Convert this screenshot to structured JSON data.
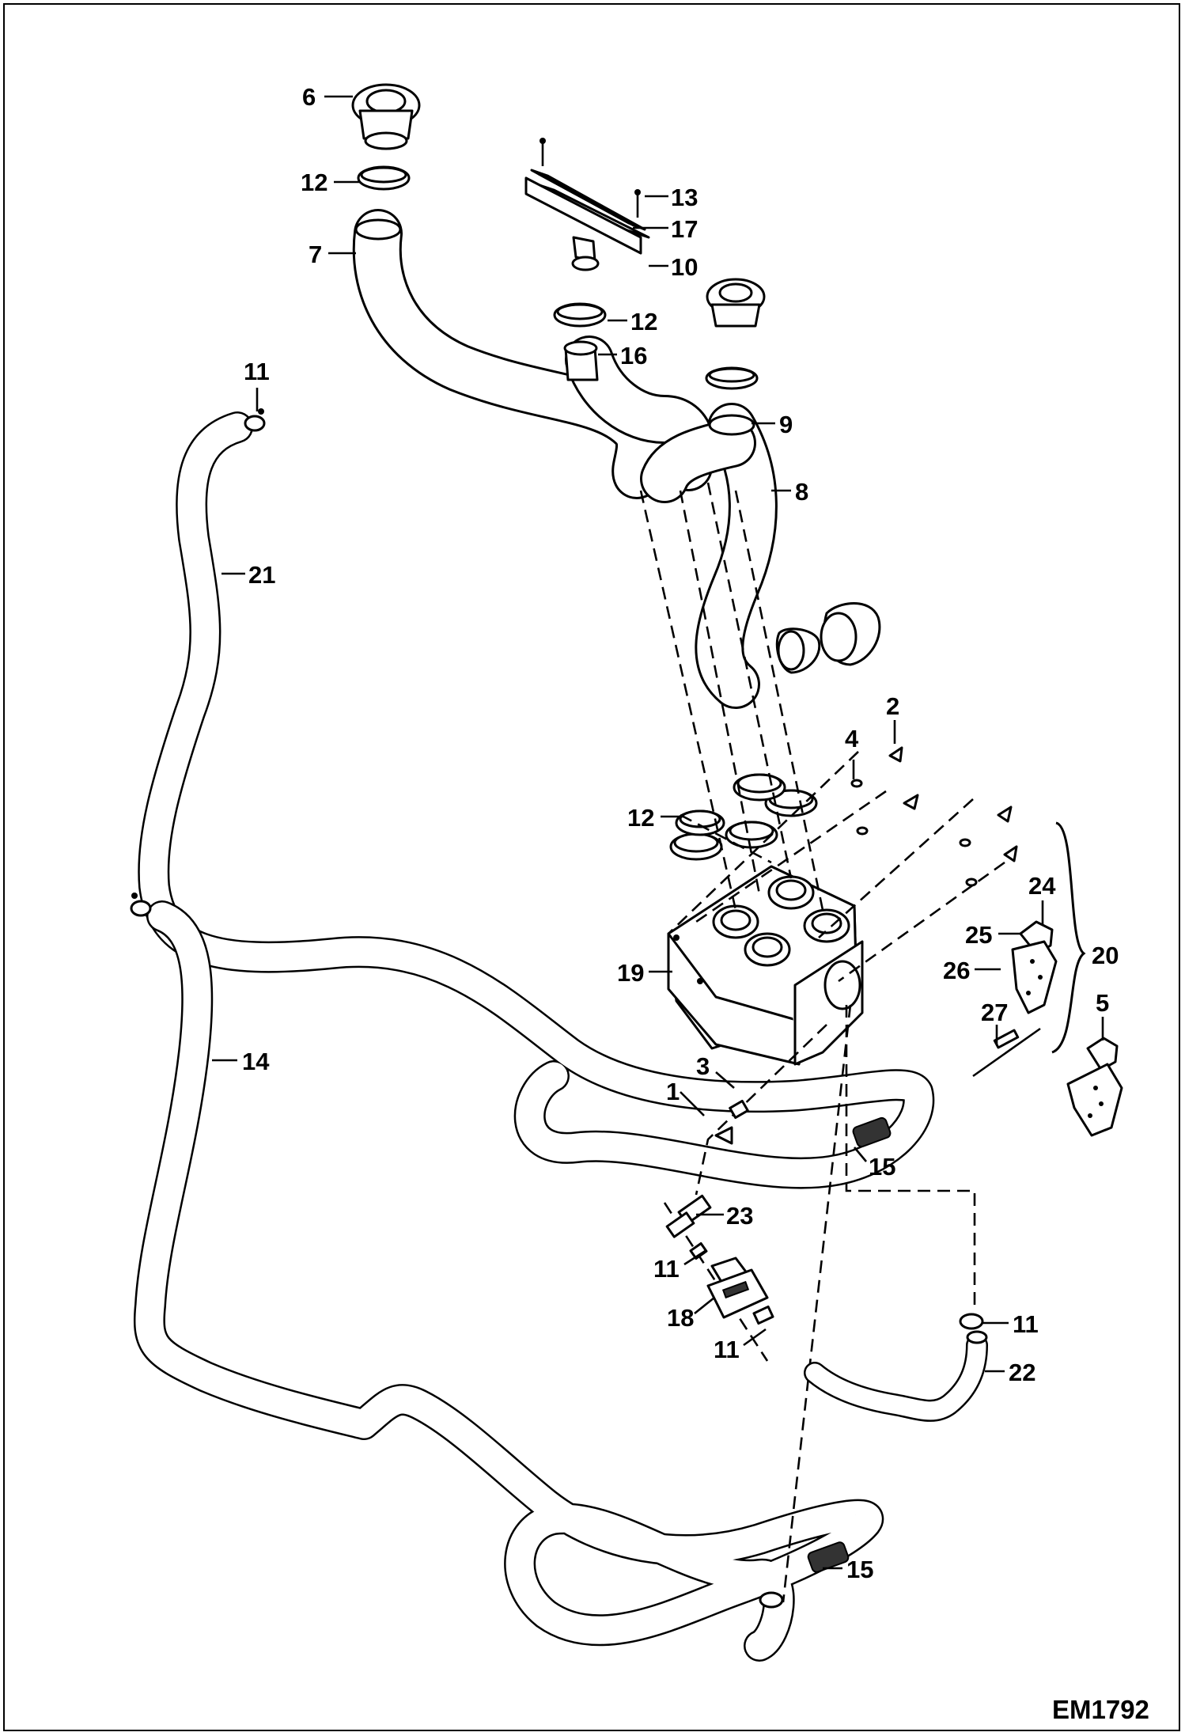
{
  "figure_code": "EM1792",
  "callouts": [
    {
      "id": "c6",
      "text": "6"
    },
    {
      "id": "c12a",
      "text": "12"
    },
    {
      "id": "c7",
      "text": "7"
    },
    {
      "id": "c13",
      "text": "13"
    },
    {
      "id": "c17",
      "text": "17"
    },
    {
      "id": "c10",
      "text": "10"
    },
    {
      "id": "c12b",
      "text": "12"
    },
    {
      "id": "c16",
      "text": "16"
    },
    {
      "id": "c11a",
      "text": "11"
    },
    {
      "id": "c9",
      "text": "9"
    },
    {
      "id": "c8",
      "text": "8"
    },
    {
      "id": "c21",
      "text": "21"
    },
    {
      "id": "c2",
      "text": "2"
    },
    {
      "id": "c4",
      "text": "4"
    },
    {
      "id": "c12c",
      "text": "12"
    },
    {
      "id": "c24",
      "text": "24"
    },
    {
      "id": "c25",
      "text": "25"
    },
    {
      "id": "c20",
      "text": "20"
    },
    {
      "id": "c26",
      "text": "26"
    },
    {
      "id": "c19",
      "text": "19"
    },
    {
      "id": "c27",
      "text": "27"
    },
    {
      "id": "c5",
      "text": "5"
    },
    {
      "id": "c14",
      "text": "14"
    },
    {
      "id": "c3",
      "text": "3"
    },
    {
      "id": "c1",
      "text": "1"
    },
    {
      "id": "c15a",
      "text": "15"
    },
    {
      "id": "c23",
      "text": "23"
    },
    {
      "id": "c11b",
      "text": "11"
    },
    {
      "id": "c18",
      "text": "18"
    },
    {
      "id": "c11c",
      "text": "11"
    },
    {
      "id": "c11d",
      "text": "11"
    },
    {
      "id": "c22",
      "text": "22"
    },
    {
      "id": "c15b",
      "text": "15"
    }
  ]
}
